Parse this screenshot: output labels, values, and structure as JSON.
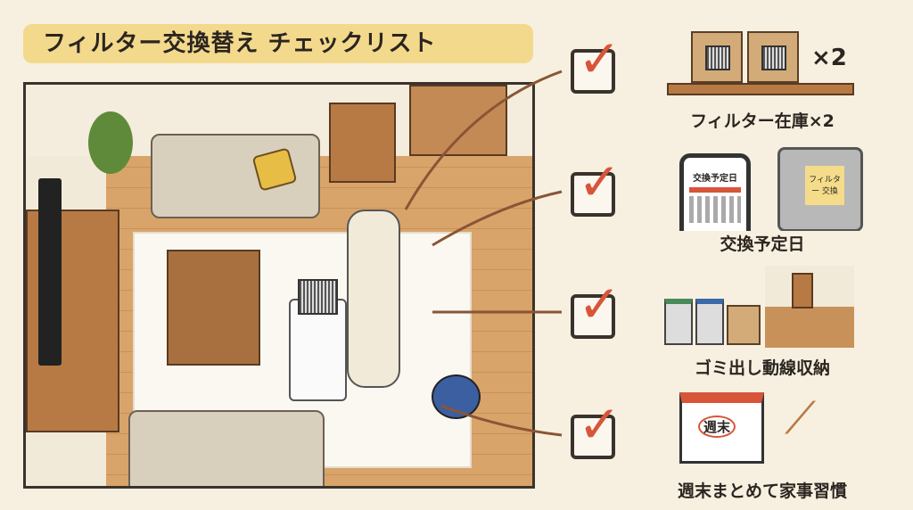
{
  "title": "フィルター交換替え チェックリスト",
  "checklist": [
    {
      "label": "フィルター在庫×2",
      "icon": "filter-boxes-on-shelf",
      "badge": "×2"
    },
    {
      "label": "交換予定日",
      "icon": "phone-calendar-and-fridge-note",
      "phone_text": "交換予定日",
      "note_text": "フィルター 交換"
    },
    {
      "label": "ゴミ出し動線収納",
      "icon": "trash-bins-and-hallway"
    },
    {
      "label": "週末まとめて家事習慣",
      "icon": "calendar-and-cleaning-tools",
      "calendar_text": "週末"
    }
  ],
  "colors": {
    "accent": "#d8553a",
    "title_bg": "#f3d98c",
    "background": "#f7f0e1"
  }
}
